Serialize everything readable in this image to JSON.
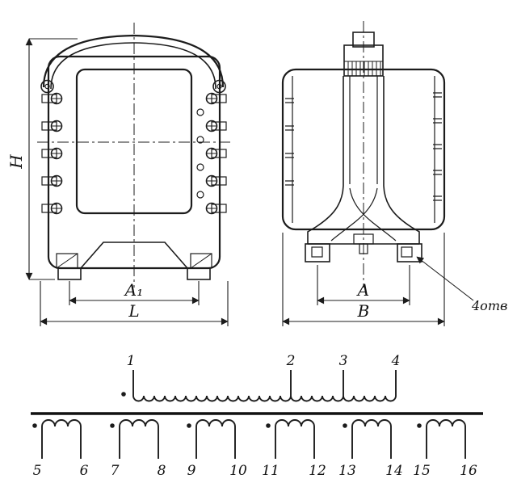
{
  "dimensions": {
    "height": "H",
    "feet_span_front": "A₁",
    "overall_width_front": "L",
    "feet_span_side": "A",
    "overall_width_side": "B"
  },
  "callouts": {
    "mount_holes": "4отв"
  },
  "schematic": {
    "primary_taps": [
      "1",
      "2",
      "3",
      "4"
    ],
    "secondary_terminals": [
      "5",
      "6",
      "7",
      "8",
      "9",
      "10",
      "11",
      "12",
      "13",
      "14",
      "15",
      "16"
    ]
  }
}
